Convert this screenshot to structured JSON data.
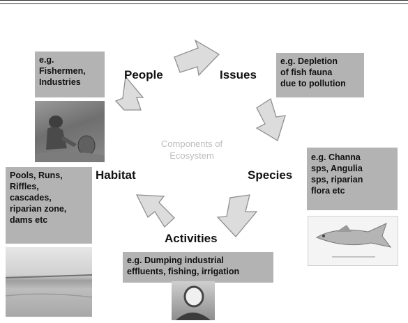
{
  "center_label": [
    "Components of",
    "Ecosystem"
  ],
  "nodes": {
    "people": "People",
    "issues": "Issues",
    "species": "Species",
    "activities": "Activities",
    "habitat": "Habitat"
  },
  "boxes": {
    "people_example": [
      "e.g.",
      "Fishermen,",
      "Industries"
    ],
    "issues_example": [
      "e.g. Depletion",
      "of fish fauna",
      "due to pollution"
    ],
    "species_example": [
      "e.g. Channa",
      "sps, Angulia",
      "sps, riparian",
      "flora etc"
    ],
    "activities_example": [
      "e.g. Dumping industrial",
      "effluents, fishing, irrigation"
    ],
    "habitat_example": [
      "Pools, Runs,",
      "Riffles,",
      "cascades,",
      "riparian zone,",
      "dams etc"
    ]
  },
  "colors": {
    "box_fill": "#b3b3b3",
    "arrow_fill": "#dcdcdc",
    "center_text": "#bdbdbd"
  },
  "images": [
    "fisherman-photo",
    "fish-illustration",
    "river-landscape-photo",
    "person-at-water-photo"
  ]
}
